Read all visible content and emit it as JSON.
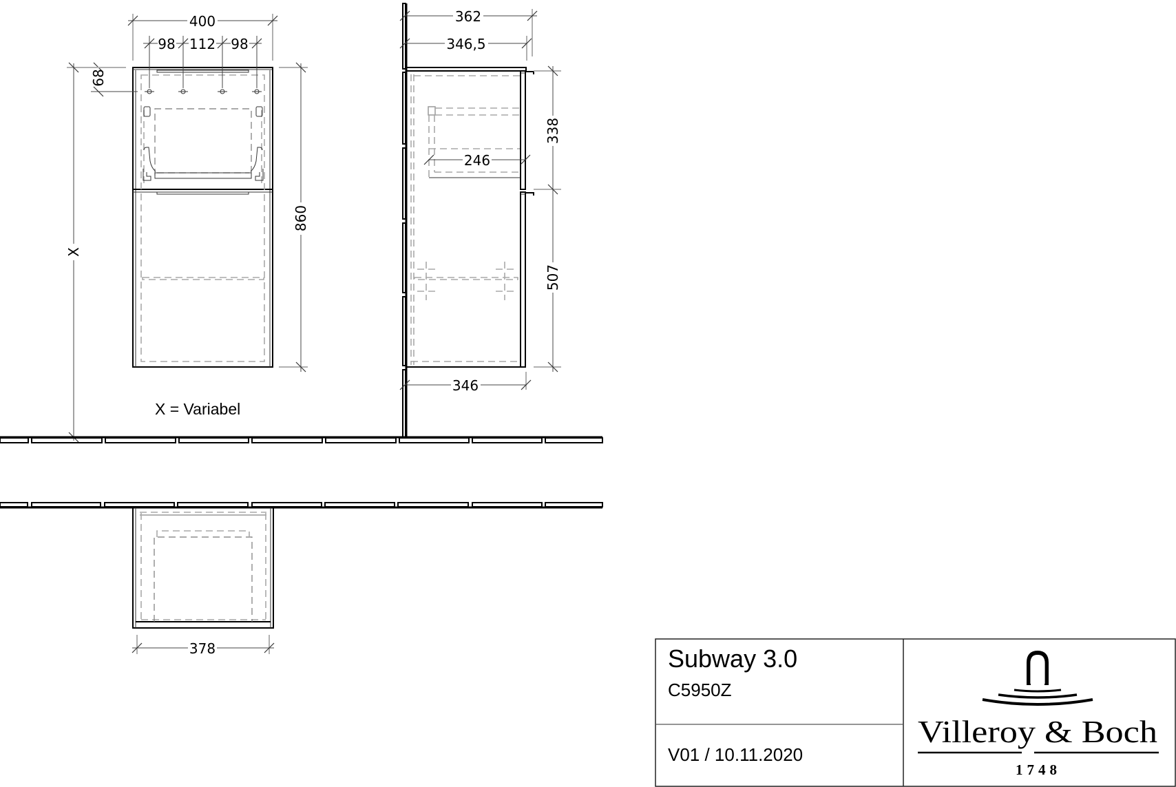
{
  "drawing": {
    "front_view": {
      "dims": {
        "overall_width": "400",
        "hole_spacing_left": "98",
        "hole_spacing_middle": "112",
        "hole_spacing_right": "98",
        "hole_offset_top": "68",
        "overall_height": "860",
        "mounting_height": "X"
      },
      "note": "X = Variabel"
    },
    "side_view": {
      "dims": {
        "depth_total": "362",
        "depth_body": "346,5",
        "drawer_depth": "246",
        "upper_door_height": "338",
        "lower_door_height": "507",
        "depth_bottom": "346"
      }
    },
    "plan_view": {
      "dims": {
        "inner_width": "378"
      }
    }
  },
  "title_block": {
    "product_name": "Subway 3.0",
    "article_number": "C5950Z",
    "version_date": "V01 / 10.11.2020",
    "brand": {
      "logo_icon": "villeroy-boch-fountain-icon",
      "name": "Villeroy & Boch",
      "founded": "1748"
    }
  },
  "colors": {
    "line": "#000000",
    "hidden_line": "#a8a8a8",
    "extension_line": "#b0b0b0",
    "background": "#ffffff"
  }
}
